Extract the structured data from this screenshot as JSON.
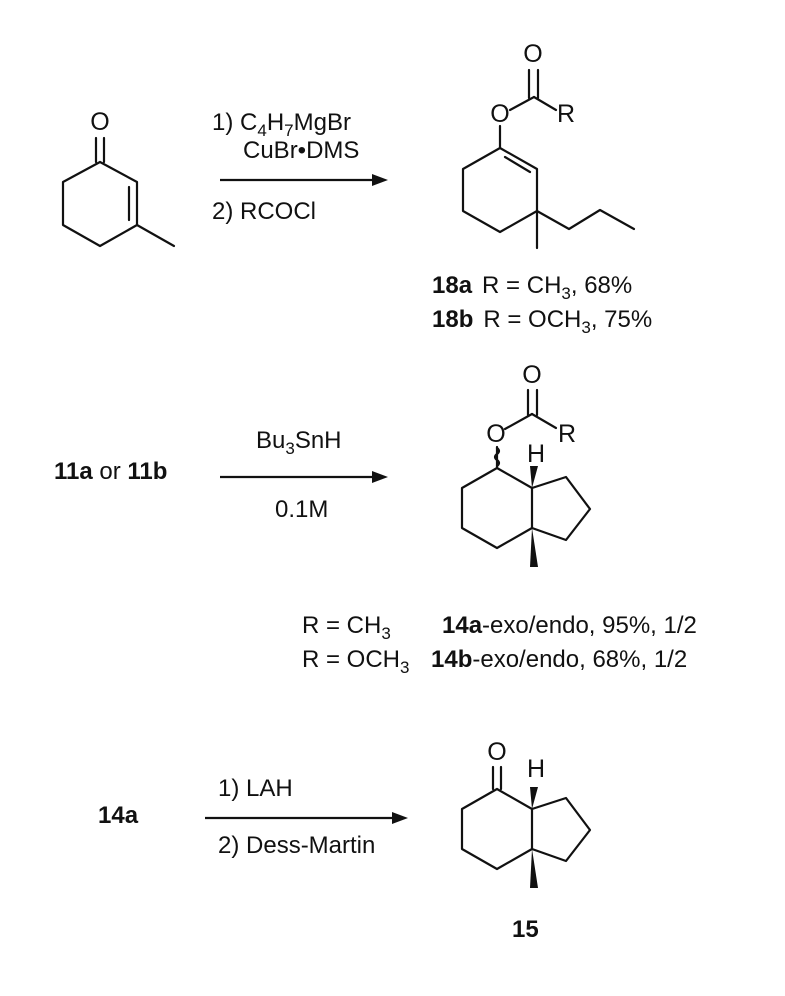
{
  "atoms": {
    "O": "O",
    "H": "H",
    "R": "R"
  },
  "step1": {
    "reagent_1": {
      "prefix": "1) C",
      "s1": "4",
      "mid": "H",
      "s2": "7",
      "suffix": "MgBr"
    },
    "reagent_1b": "CuBr•DMS",
    "reagent_2": "2) RCOCl",
    "products": [
      {
        "id": "18a",
        "r_prefix": "R = CH",
        "sub": "3",
        "r_suffix": ", 68%"
      },
      {
        "id": "18b",
        "r_prefix": "R = OCH",
        "sub": "3",
        "r_suffix": ", 75%"
      }
    ]
  },
  "step2": {
    "start_a": "11a",
    "start_or": " or ",
    "start_b": "11b",
    "reagent_1": {
      "prefix": "Bu",
      "sub": "3",
      "suffix": "SnH"
    },
    "reagent_2": "0.1M",
    "products": [
      {
        "r_prefix": "R = CH",
        "sub": "3",
        "id": "14a",
        "desc": "-exo/endo, 95%, 1/2"
      },
      {
        "r_prefix": "R = OCH",
        "sub": "3",
        "id": "14b",
        "desc": "-exo/endo, 68%, 1/2"
      }
    ]
  },
  "step3": {
    "start": "14a",
    "reagent_1": "1) LAH",
    "reagent_2": "2) Dess-Martin",
    "product": "15"
  }
}
